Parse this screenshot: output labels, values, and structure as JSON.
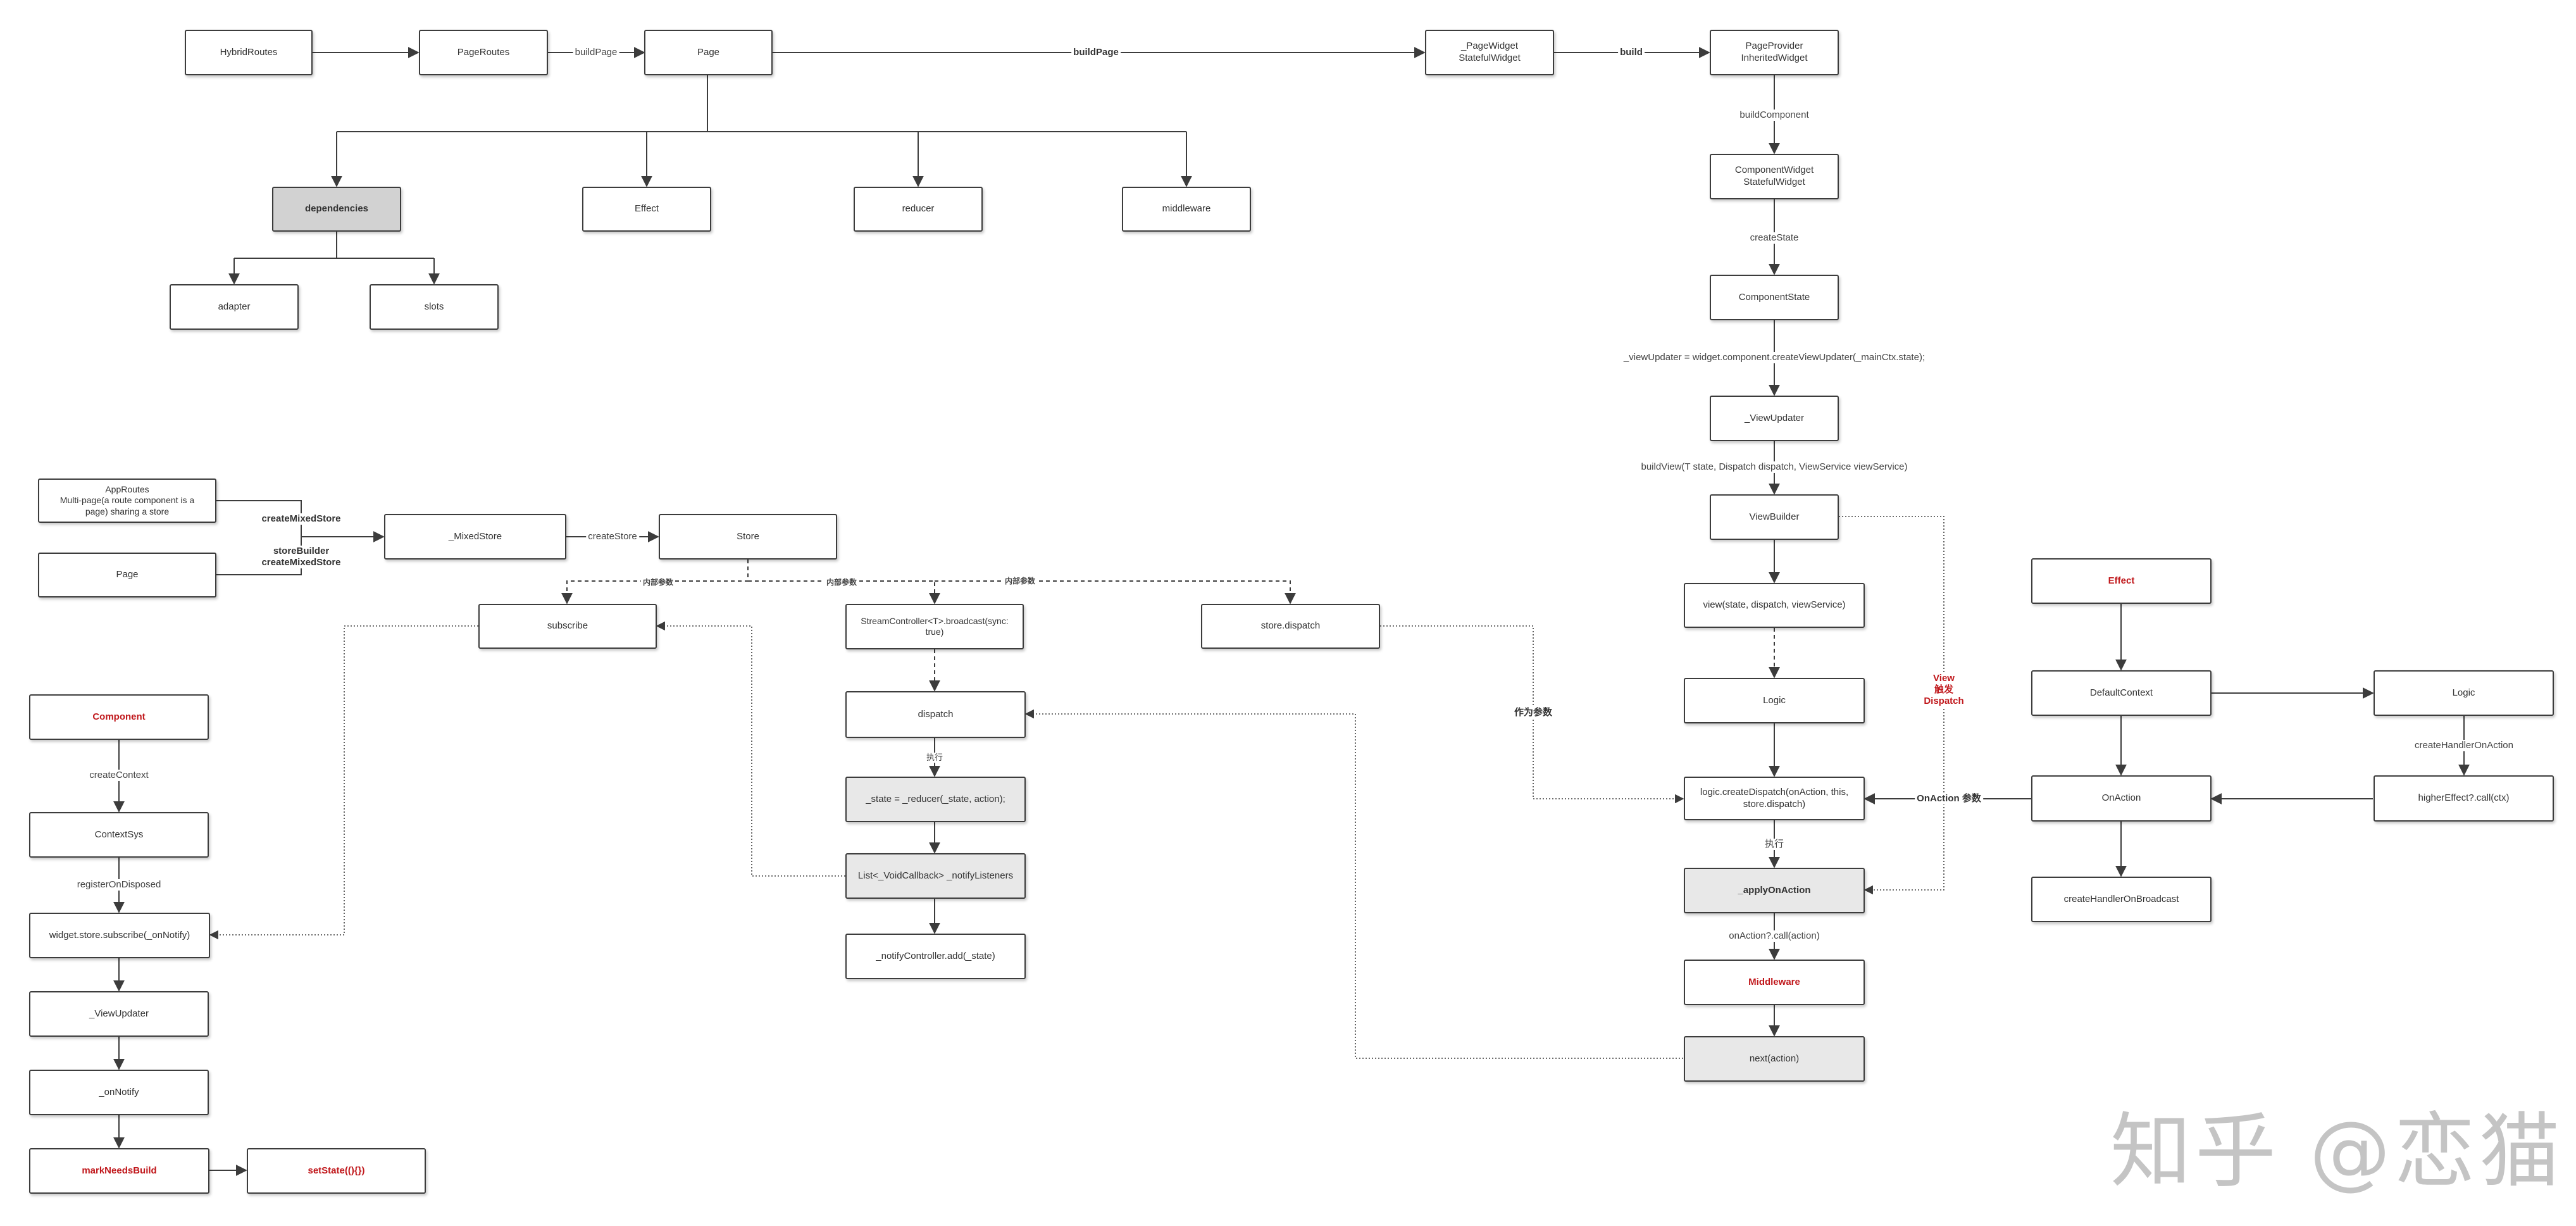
{
  "nodes": {
    "hybrid_routes": "HybridRoutes",
    "page_routes": "PageRoutes",
    "page_top": "Page",
    "page_widget": "_PageWidget\nStatefulWidget",
    "page_provider": "PageProvider\nInheritedWidget",
    "dependencies": "dependencies",
    "effect": "Effect",
    "reducer": "reducer",
    "middleware": "middleware",
    "adapter": "adapter",
    "slots": "slots",
    "component_widget": "ComponentWidget\nStatefulWidget",
    "component_state": "ComponentState",
    "view_updater_right": "_ViewUpdater",
    "view_builder": "ViewBuilder",
    "view_call": "view(state, dispatch, viewService)",
    "logic_mid": "Logic",
    "create_dispatch": "logic.createDispatch(onAction, this,\nstore.dispatch)",
    "apply_on_action": "_applyOnAction",
    "middleware_red": "Middleware",
    "next_action": "next(action)",
    "effect_red": "Effect",
    "default_context": "DefaultContext",
    "logic_right": "Logic",
    "on_action": "OnAction",
    "higher_effect": "higherEffect?.call(ctx)",
    "create_handler_on_broadcast": "createHandlerOnBroadcast",
    "app_routes": "AppRoutes\nMulti-page(a route component is a\npage) sharing a store",
    "page_left": "Page",
    "mixed_store": "_MixedStore",
    "store": "Store",
    "subscribe": "subscribe",
    "stream_controller": "StreamController<T>.broadcast(sync:\ntrue)",
    "store_dispatch": "store.dispatch",
    "dispatch": "dispatch",
    "state_reducer": "_state = _reducer(_state, action);",
    "notify_listeners": "List<_VoidCallback> _notifyListeners",
    "notify_controller": "_notifyController.add(_state)",
    "component": "Component",
    "context_sys": "ContextSys",
    "widget_subscribe": "widget.store.subscribe(_onNotify)",
    "view_updater_left": "_ViewUpdater",
    "on_notify": "_onNotify",
    "mark_needs_build": "markNeedsBuild",
    "set_state": "setState((){})"
  },
  "edge_labels": {
    "build_page_1": "buildPage",
    "build_page_2": "buildPage",
    "build": "build",
    "build_component": "buildComponent",
    "create_state": "createState",
    "view_updater_expr": "_viewUpdater = widget.component.createViewUpdater(_mainCtx.state);",
    "build_view": "buildView(T state, Dispatch dispatch, ViewService viewService)",
    "exec_right": "执行",
    "on_action_call": "onAction?.call(action)",
    "view_trigger": "View\n触发\nDispatch",
    "on_action_param": "OnAction 参数",
    "as_param": "作为参数",
    "create_handler_on_action": "createHandlerOnAction",
    "create_mixed_store": "createMixedStore",
    "store_builder": "storeBuilder\ncreateMixedStore",
    "create_store": "createStore",
    "inner_param_1": "内部参数",
    "inner_param_2": "内部参数",
    "inner_param_3": "内部参数",
    "exec_mid": "执行",
    "create_context": "createContext",
    "register_on_disposed": "registerOnDisposed"
  },
  "colors": {
    "emphasis": "#c0171b",
    "line": "#3c3c3c",
    "grey_fill": "#e8e8e8",
    "dark_grey_fill": "#d2d2d2"
  },
  "watermark": "知乎 @恋猫"
}
